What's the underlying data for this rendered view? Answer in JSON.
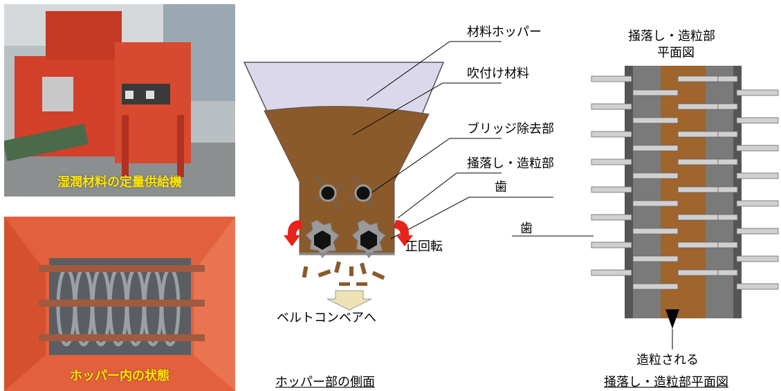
{
  "photos": {
    "top_caption": "湿潤材料の定量供給機",
    "bottom_caption": "ホッパー内の状態"
  },
  "side_view": {
    "labels": {
      "hopper": "材料ホッパー",
      "material": "吹付け材料",
      "bridge": "ブリッジ除去部",
      "scrape": "掻落し・造粒部",
      "tooth": "歯",
      "rotation": "正回転",
      "conveyor": "ベルトコンベアへ"
    },
    "title": "ホッパー部の側面"
  },
  "plan_view": {
    "heading_line1": "掻落し・造粒部",
    "heading_line2": "平面図",
    "tooth": "歯",
    "granulated": "造粒される",
    "title": "掻落し・造粒部平面図"
  },
  "colors": {
    "hopper_fill": "#dcd8ec",
    "material": "#8b5a2b",
    "arrow_red": "#e8231a",
    "gear_gray": "#8c8c8c",
    "plan_dark": "#555555",
    "plan_mid": "#8a8a8a",
    "plan_brown": "#a0642d",
    "tooth_light": "#d0d0d0",
    "conveyor_arrow": "#ece2b4",
    "photo_caption": "#ffe600"
  }
}
